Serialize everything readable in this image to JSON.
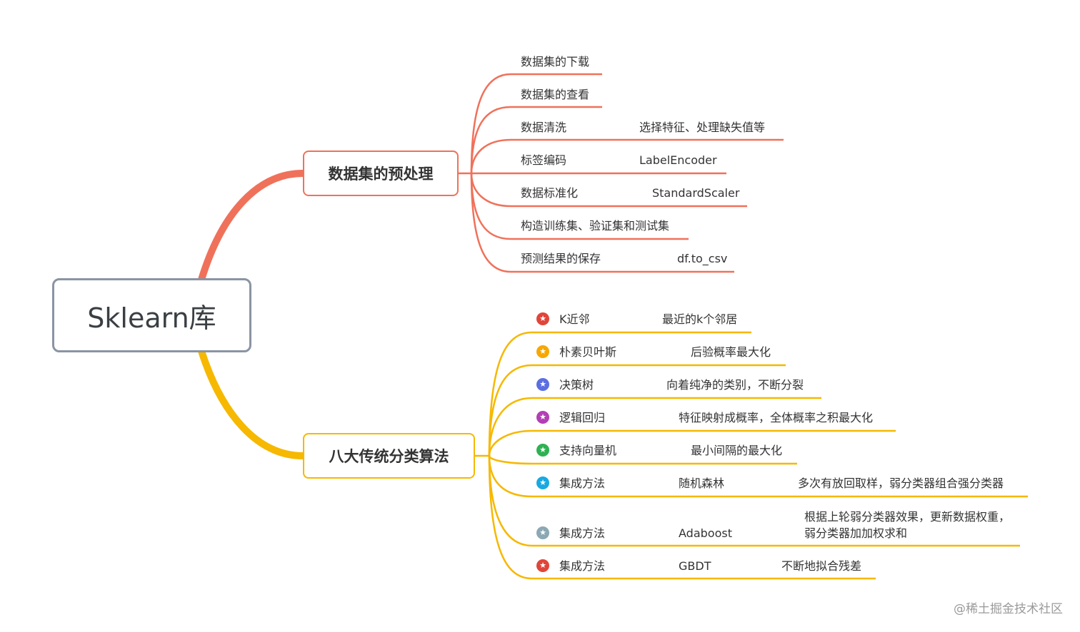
{
  "root": {
    "label": "Sklearn库"
  },
  "branches": [
    {
      "label": "数据集的预处理",
      "color": "#f0715a",
      "items": [
        {
          "label": "数据集的下载"
        },
        {
          "label": "数据集的查看"
        },
        {
          "label": "数据清洗",
          "detail": "选择特征、处理缺失值等"
        },
        {
          "label": "标签编码",
          "detail": "LabelEncoder"
        },
        {
          "label": "数据标准化",
          "detail": "StandardScaler"
        },
        {
          "label": "构造训练集、验证集和测试集"
        },
        {
          "label": "预测结果的保存",
          "detail": "df.to_csv"
        }
      ]
    },
    {
      "label": "八大传统分类算法",
      "color": "#f6b800",
      "items": [
        {
          "label": "K近邻",
          "detail": "最近的k个邻居",
          "star_color": "#e0453a"
        },
        {
          "label": "朴素贝叶斯",
          "detail": "后验概率最大化",
          "star_color": "#f6a800"
        },
        {
          "label": "决策树",
          "detail": "向着纯净的类别，不断分裂",
          "star_color": "#5b6ee1"
        },
        {
          "label": "逻辑回归",
          "detail": "特征映射成概率，全体概率之积最大化",
          "star_color": "#b23fb5"
        },
        {
          "label": "支持向量机",
          "detail": "最小间隔的最大化",
          "star_color": "#2eb153"
        },
        {
          "label": "集成方法",
          "detail": "随机森林",
          "detail2": "多次有放回取样，弱分类器组合强分类器",
          "star_color": "#19a9e0"
        },
        {
          "label": "集成方法",
          "detail": "Adaboost",
          "detail2": "根据上轮弱分类器效果，更新数据权重，弱分类器加加权求和",
          "star_color": "#8ba8b3"
        },
        {
          "label": "集成方法",
          "detail": "GBDT",
          "detail2": "不断地拟合残差",
          "star_color": "#e0453a"
        }
      ]
    }
  ],
  "watermark": "@稀土掘金技术社区"
}
